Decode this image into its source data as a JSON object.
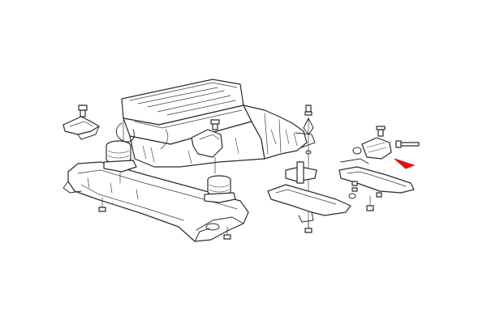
{
  "diagram": {
    "elements": [
      "engine-block",
      "transmission",
      "front-subframe",
      "engine-mount-left",
      "engine-mount-right",
      "mount-bracket-left",
      "mount-bracket-center",
      "transmission-crossmember",
      "transmission-mount",
      "bolt-hardware"
    ],
    "pointer": {
      "icon": "arrow-pointer-icon",
      "color": "#e01010"
    },
    "line_color": "#2b2b2b",
    "background": "#ffffff"
  }
}
